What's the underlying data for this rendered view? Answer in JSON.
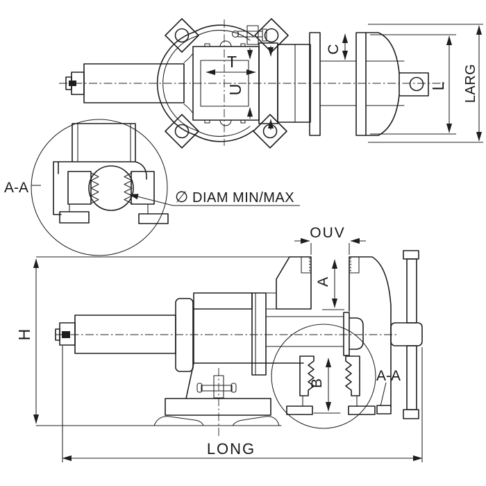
{
  "colors": {
    "background": "#ffffff",
    "line": "#1e1e1e"
  },
  "views": {
    "top": {
      "dim_labels": {
        "t": "T",
        "u": "U",
        "c": "C",
        "l": "L",
        "larg": "LARG"
      }
    },
    "detail": {
      "section_label": "A-A",
      "diameter_symbol": "∅",
      "diameter_label": "DIAM MIN/MAX"
    },
    "side": {
      "dim_labels": {
        "ouv": "OUV",
        "a": "A",
        "b": "B",
        "h": "H",
        "long": "LONG"
      },
      "section_label": "A-A"
    }
  }
}
